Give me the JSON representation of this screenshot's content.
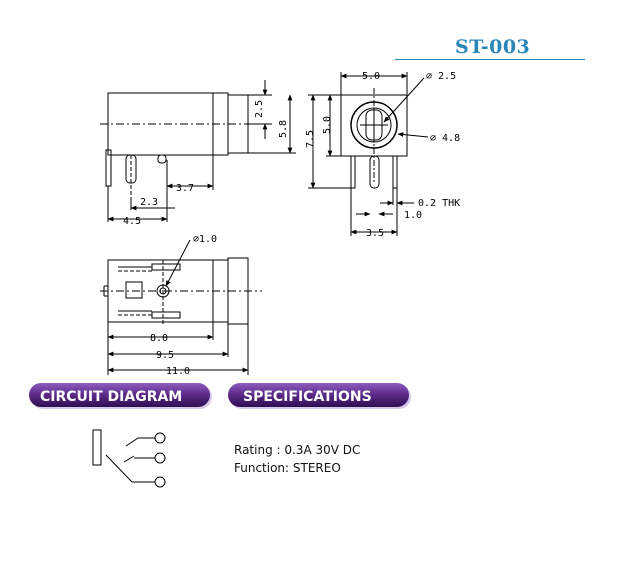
{
  "title": "ST-003",
  "side_view": {
    "dims": [
      "2.5",
      "5.8",
      "3.7",
      "2.3",
      "4.5"
    ]
  },
  "front_view": {
    "dims": [
      "5.0",
      "∅ 2.5",
      "5.0",
      "7.5",
      "∅ 4.8",
      "0.2 THK",
      "1.0",
      "3.5"
    ]
  },
  "top_view": {
    "dims": [
      "∅1.0",
      "8.0",
      "9.5",
      "11.0"
    ]
  },
  "sections": {
    "circuit_label": "CIRCUIT DIAGRAM",
    "spec_label": "SPECIFICATIONS"
  },
  "specs": {
    "rating": "Rating : 0.3A 30V DC",
    "function": "Function: STEREO"
  },
  "colors": {
    "title": "#2a86b8",
    "pill": "#5b2a86",
    "pill_dark": "#3b1560"
  }
}
